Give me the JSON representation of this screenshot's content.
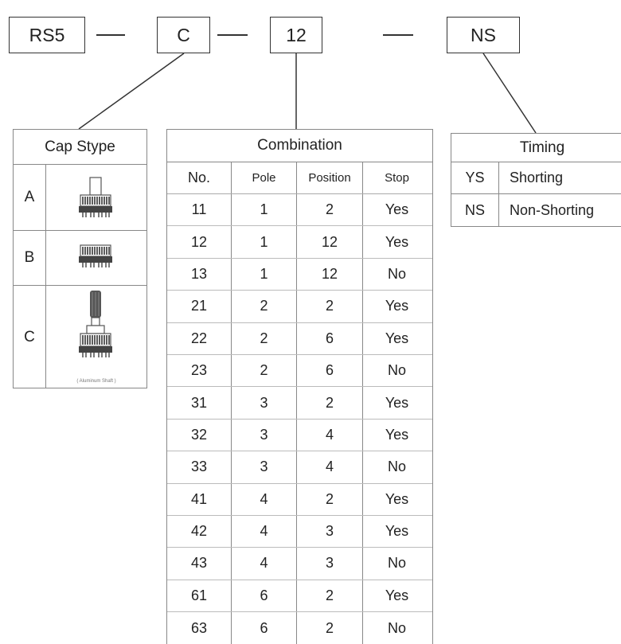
{
  "code": {
    "parts": [
      "RS5",
      "C",
      "12",
      "NS"
    ]
  },
  "cap_style": {
    "title": "Cap Stype",
    "rows": [
      {
        "letter": "A",
        "icon": "knob-cap-a-icon"
      },
      {
        "letter": "B",
        "icon": "knob-cap-b-icon"
      },
      {
        "letter": "C",
        "icon": "knob-shaft-c-icon",
        "note": "( Aluminum Shaft )"
      }
    ]
  },
  "combination": {
    "title": "Combination",
    "headers": [
      "No.",
      "Pole",
      "Position",
      "Stop"
    ],
    "rows": [
      [
        "11",
        "1",
        "2",
        "Yes"
      ],
      [
        "12",
        "1",
        "12",
        "Yes"
      ],
      [
        "13",
        "1",
        "12",
        "No"
      ],
      [
        "21",
        "2",
        "2",
        "Yes"
      ],
      [
        "22",
        "2",
        "6",
        "Yes"
      ],
      [
        "23",
        "2",
        "6",
        "No"
      ],
      [
        "31",
        "3",
        "2",
        "Yes"
      ],
      [
        "32",
        "3",
        "4",
        "Yes"
      ],
      [
        "33",
        "3",
        "4",
        "No"
      ],
      [
        "41",
        "4",
        "2",
        "Yes"
      ],
      [
        "42",
        "4",
        "3",
        "Yes"
      ],
      [
        "43",
        "4",
        "3",
        "No"
      ],
      [
        "61",
        "6",
        "2",
        "Yes"
      ],
      [
        "63",
        "6",
        "2",
        "No"
      ]
    ]
  },
  "timing": {
    "title": "Timing",
    "rows": [
      {
        "code": "YS",
        "desc": "Shorting"
      },
      {
        "code": "NS",
        "desc": "Non-Shorting"
      }
    ]
  },
  "colors": {
    "line": "#333333",
    "grid": "#888888",
    "part_dark": "#444444"
  }
}
